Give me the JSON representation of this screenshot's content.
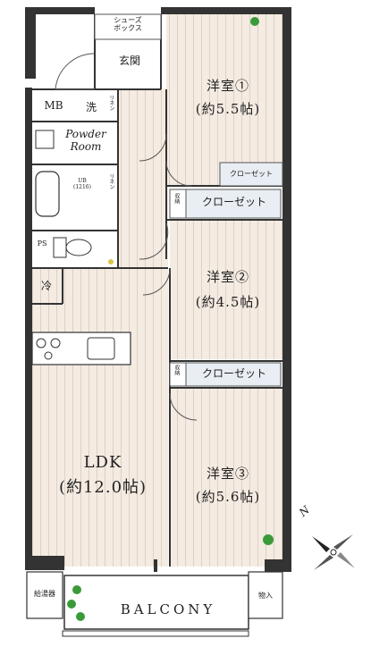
{
  "rooms": {
    "shoe_box": "シューズ\nボックス",
    "entrance": "玄関",
    "western1_name": "洋室①",
    "western1_size": "(約5.5帖)",
    "western2_name": "洋室②",
    "western2_size": "(約4.5帖)",
    "western3_name": "洋室③",
    "western3_size": "(約5.6帖)",
    "mb": "MB",
    "wash": "洗",
    "powder_room": "Powder\nRoom",
    "ub": "UB\n(1216)",
    "ps": "PS",
    "fridge": "冷",
    "ldk_name": "LDK",
    "ldk_size": "(約12.0帖)",
    "water_heater": "給湯器",
    "balcony": "BALCONY",
    "storage_out": "物入"
  },
  "closets": {
    "closet_small_1": "クローゼット",
    "closet_1": "クローゼット",
    "closet_2": "クローゼット",
    "storage_1": "収納",
    "storage_2": "収納",
    "linen_1": "リネン",
    "linen_2": "リネン"
  },
  "compass": {
    "north": "N"
  },
  "colors": {
    "wall": "#333333",
    "floor_wood": "#f4ebe2",
    "floor_line": "#e3d6c8",
    "tile": "#ffffff",
    "closet_fill": "#e9eef4",
    "plant": "#3a9a3a"
  }
}
